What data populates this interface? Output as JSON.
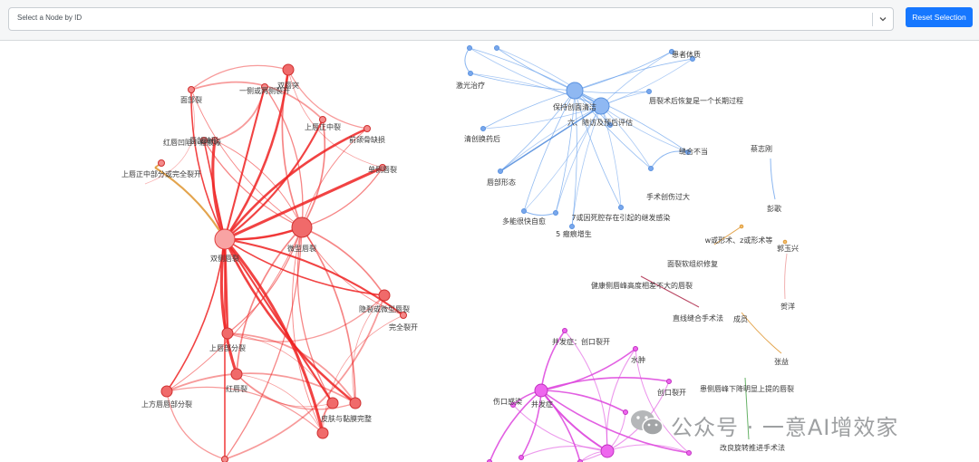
{
  "toolbar": {
    "select_placeholder": "Select a Node by ID",
    "reset_label": "Reset Selection"
  },
  "watermark": {
    "text": "公众号 · 一意AI增效家"
  },
  "colors": {
    "red_cluster": "#ee2222",
    "blue_cluster": "#6ea4ec",
    "magenta_cluster": "#dd44dd",
    "orange_edge": "#e09a3a",
    "button": "#1677ff"
  },
  "graph": {
    "red_labels": [
      "面部裂",
      "一侧或两侧裂开",
      "双唇突",
      "红唇凹陷小瘢痕缘",
      "唇部畸形",
      "上唇正中裂",
      "前颌骨缺损",
      "上唇正中部分或完全裂开",
      "单侧唇裂",
      "双侧唇裂",
      "微型唇裂",
      "隐裂或微型唇裂",
      "完全裂开",
      "上唇部分裂",
      "红唇裂",
      "上方唇唇部分裂",
      "皮肤与黏膜完整"
    ],
    "blue_labels": [
      "激光治疗",
      "患者体质",
      "保持创面清洁",
      "唇裂术后恢复是一个长期过程",
      "六、随访及预后评估",
      "清创换药后",
      "缝合不当",
      "蔡志刚",
      "唇部形态",
      "手术创伤过大",
      "彭歌",
      "多能很快自愈",
      "7或因死腔存在引起的继发感染",
      "5 瘢痕增生"
    ],
    "orange_labels": [
      "w或形术、z或形术等",
      "郭玉兴",
      "面裂软组织修复",
      "健康侧唇峰高度相差不大的唇裂",
      "贺洋",
      "直线缝合手术法",
      "成员",
      "张益"
    ],
    "magenta_labels": [
      "并发症：创口裂开",
      "水肿",
      "伤口感染",
      "并发症",
      "创口裂开",
      "患侧唇峰下降明显上提的唇裂",
      "改良旋转推进手术法"
    ]
  }
}
